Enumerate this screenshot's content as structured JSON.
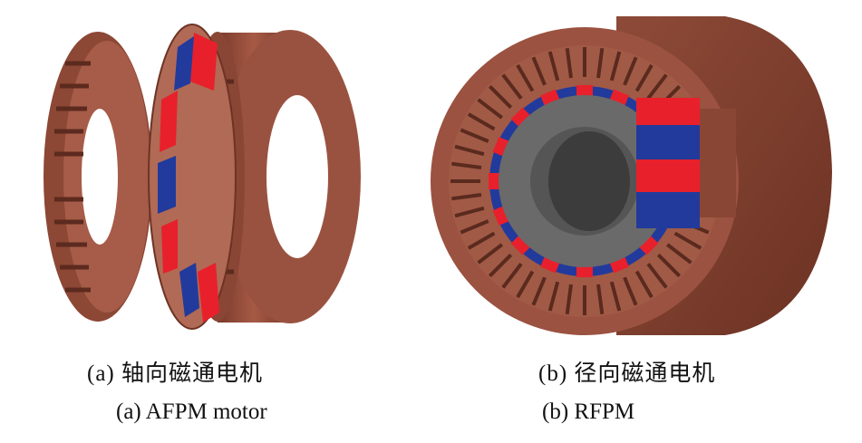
{
  "figure": {
    "panel_a": {
      "caption_cn": "(a)  轴向磁通电机",
      "caption_en": "(a) AFPM motor"
    },
    "panel_b": {
      "caption_cn": "(b)  径向磁通电机",
      "caption_en": "(b) RFPM"
    },
    "colors": {
      "copper": "#9b5240",
      "copper_light": "#c07a63",
      "copper_dark": "#6e3324",
      "magnet_red": "#e8202b",
      "magnet_blue": "#223a9c",
      "rotor_gray": "#6a6a6a",
      "rotor_dark": "#404040"
    }
  }
}
